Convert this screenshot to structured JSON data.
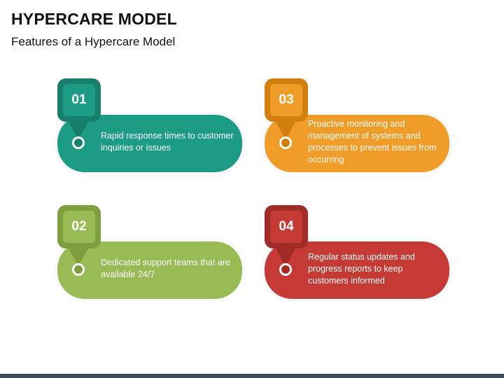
{
  "header": {
    "title": "HYPERCARE MODEL",
    "subtitle": "Features of a Hypercare Model"
  },
  "colors": {
    "teal": "#1c9c84",
    "teal_dark": "#177f6b",
    "orange": "#f09c28",
    "orange_dark": "#d27f10",
    "green": "#99bb55",
    "green_dark": "#7f9f3e",
    "red": "#c63a35",
    "red_dark": "#9f2c28"
  },
  "features": [
    {
      "number": "01",
      "text": "Rapid response times to customer inquiries or issues",
      "color": "#1c9c84",
      "pin_color": "#177f6b"
    },
    {
      "number": "02",
      "text": "Dedicated support teams that are available 24/7",
      "color": "#99bb55",
      "pin_color": "#7f9f3e"
    },
    {
      "number": "03",
      "text": "Proactive monitoring and management of systems and processes to prevent issues from occurring",
      "color": "#f09c28",
      "pin_color": "#d27f10"
    },
    {
      "number": "04",
      "text": "Regular status updates and progress reports to keep customers informed",
      "color": "#c63a35",
      "pin_color": "#9f2c28"
    }
  ]
}
